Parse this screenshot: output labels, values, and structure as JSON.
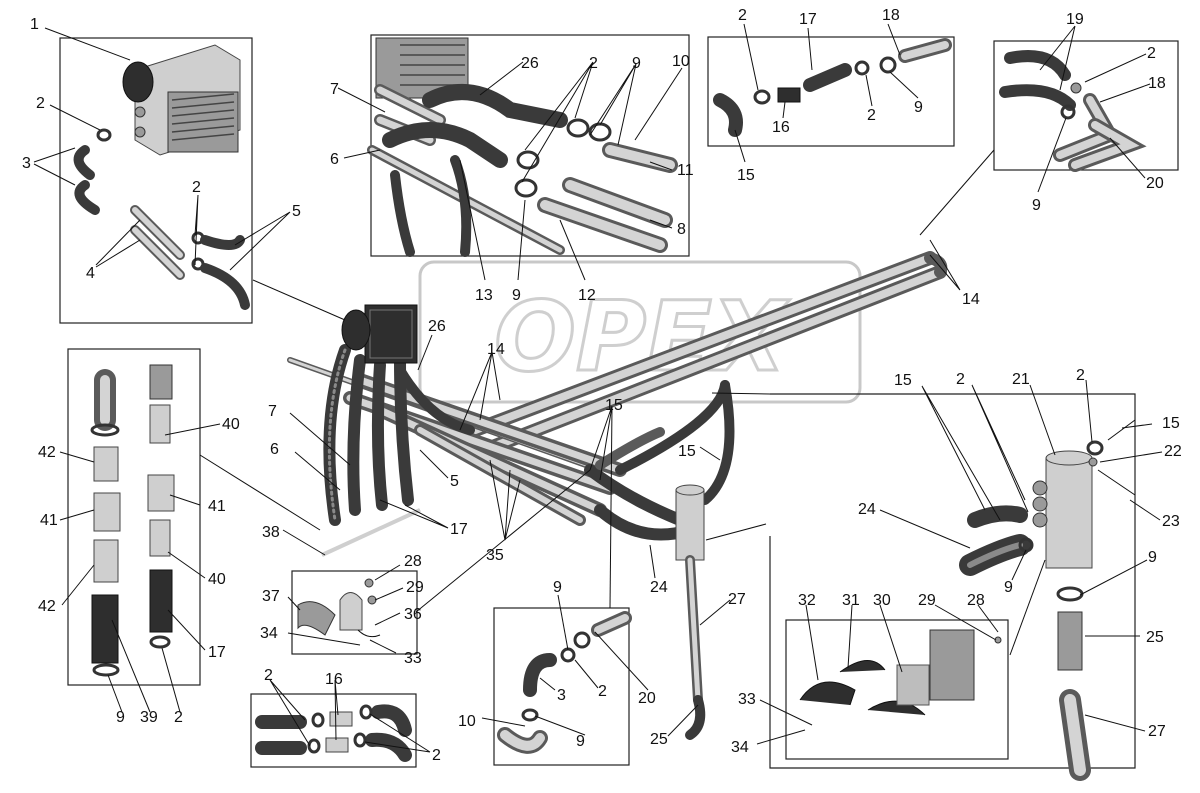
{
  "watermark": "OPEX",
  "callouts": [
    {
      "id": "c1",
      "text": "1"
    },
    {
      "id": "c2a",
      "text": "2"
    },
    {
      "id": "c3",
      "text": "3"
    },
    {
      "id": "c2b",
      "text": "2"
    },
    {
      "id": "c5a",
      "text": "5"
    },
    {
      "id": "c4",
      "text": "4"
    },
    {
      "id": "c26a",
      "text": "26"
    },
    {
      "id": "c2c",
      "text": "2"
    },
    {
      "id": "c9a",
      "text": "9"
    },
    {
      "id": "c10a",
      "text": "10"
    },
    {
      "id": "c7a",
      "text": "7"
    },
    {
      "id": "c6a",
      "text": "6"
    },
    {
      "id": "c11",
      "text": "11"
    },
    {
      "id": "c8",
      "text": "8"
    },
    {
      "id": "c13",
      "text": "13"
    },
    {
      "id": "c9b",
      "text": "9"
    },
    {
      "id": "c12",
      "text": "12"
    },
    {
      "id": "c2d",
      "text": "2"
    },
    {
      "id": "c17a",
      "text": "17"
    },
    {
      "id": "c18a",
      "text": "18"
    },
    {
      "id": "c16a",
      "text": "16"
    },
    {
      "id": "c2e",
      "text": "2"
    },
    {
      "id": "c9c",
      "text": "9"
    },
    {
      "id": "c15a",
      "text": "15"
    },
    {
      "id": "c19",
      "text": "19"
    },
    {
      "id": "c2f",
      "text": "2"
    },
    {
      "id": "c18b",
      "text": "18"
    },
    {
      "id": "c9d",
      "text": "9"
    },
    {
      "id": "c20a",
      "text": "20"
    },
    {
      "id": "c14a",
      "text": "14"
    },
    {
      "id": "c26b",
      "text": "26"
    },
    {
      "id": "c14b",
      "text": "14"
    },
    {
      "id": "c15b",
      "text": "15"
    },
    {
      "id": "c15c",
      "text": "15"
    },
    {
      "id": "c7b",
      "text": "7"
    },
    {
      "id": "c6b",
      "text": "6"
    },
    {
      "id": "c5b",
      "text": "5"
    },
    {
      "id": "c17b",
      "text": "17"
    },
    {
      "id": "c38",
      "text": "38"
    },
    {
      "id": "c35",
      "text": "35"
    },
    {
      "id": "c24a",
      "text": "24"
    },
    {
      "id": "c27a",
      "text": "27"
    },
    {
      "id": "c25a",
      "text": "25"
    },
    {
      "id": "c40a",
      "text": "40"
    },
    {
      "id": "c42a",
      "text": "42"
    },
    {
      "id": "c41a",
      "text": "41"
    },
    {
      "id": "c41b",
      "text": "41"
    },
    {
      "id": "c40b",
      "text": "40"
    },
    {
      "id": "c42b",
      "text": "42"
    },
    {
      "id": "c17c",
      "text": "17"
    },
    {
      "id": "c9e",
      "text": "9"
    },
    {
      "id": "c39",
      "text": "39"
    },
    {
      "id": "c2g",
      "text": "2"
    },
    {
      "id": "c28a",
      "text": "28"
    },
    {
      "id": "c29a",
      "text": "29"
    },
    {
      "id": "c37",
      "text": "37"
    },
    {
      "id": "c36",
      "text": "36"
    },
    {
      "id": "c34a",
      "text": "34"
    },
    {
      "id": "c33a",
      "text": "33"
    },
    {
      "id": "c2h",
      "text": "2"
    },
    {
      "id": "c16b",
      "text": "16"
    },
    {
      "id": "c2i",
      "text": "2"
    },
    {
      "id": "c9f",
      "text": "9"
    },
    {
      "id": "c3b",
      "text": "3"
    },
    {
      "id": "c2j",
      "text": "2"
    },
    {
      "id": "c20b",
      "text": "20"
    },
    {
      "id": "c10b",
      "text": "10"
    },
    {
      "id": "c9g",
      "text": "9"
    },
    {
      "id": "c15d",
      "text": "15"
    },
    {
      "id": "c2k",
      "text": "2"
    },
    {
      "id": "c21",
      "text": "21"
    },
    {
      "id": "c2l",
      "text": "2"
    },
    {
      "id": "c15e",
      "text": "15"
    },
    {
      "id": "c22",
      "text": "22"
    },
    {
      "id": "c24b",
      "text": "24"
    },
    {
      "id": "c23",
      "text": "23"
    },
    {
      "id": "c9h",
      "text": "9"
    },
    {
      "id": "c9i",
      "text": "9"
    },
    {
      "id": "c25b",
      "text": "25"
    },
    {
      "id": "c32",
      "text": "32"
    },
    {
      "id": "c31",
      "text": "31"
    },
    {
      "id": "c30",
      "text": "30"
    },
    {
      "id": "c29b",
      "text": "29"
    },
    {
      "id": "c28b",
      "text": "28"
    },
    {
      "id": "c33b",
      "text": "33"
    },
    {
      "id": "c34b",
      "text": "34"
    },
    {
      "id": "c27b",
      "text": "27"
    }
  ]
}
